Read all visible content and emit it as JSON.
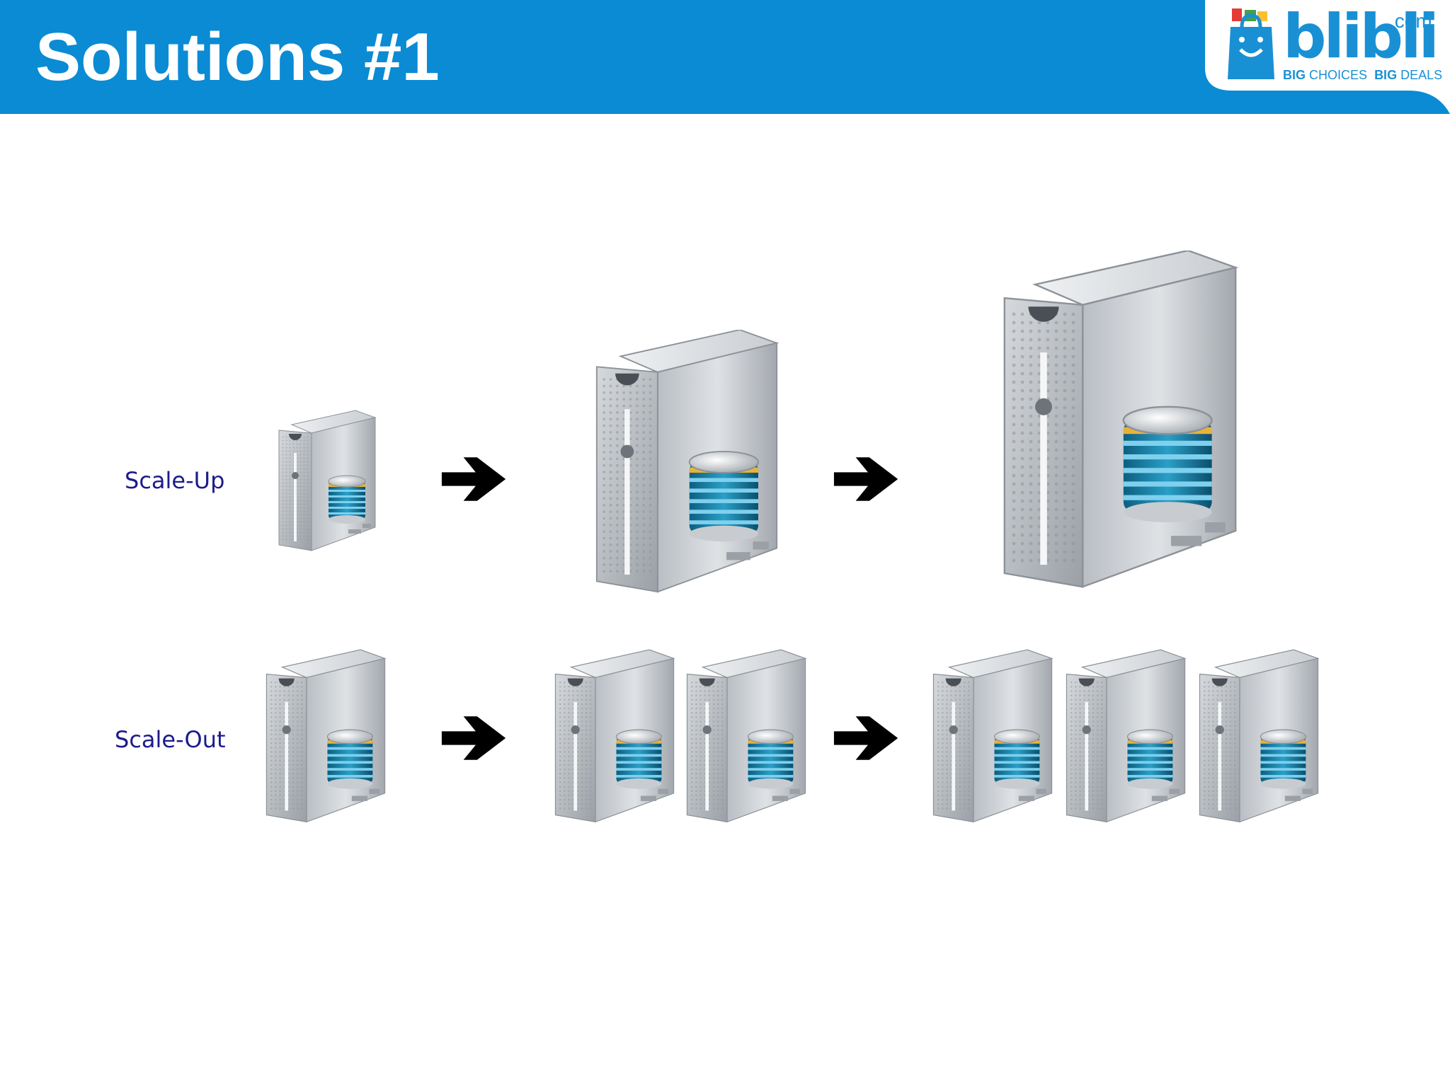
{
  "slide": {
    "title": "Solutions #1"
  },
  "logo": {
    "brand": "blibli",
    "tld": ".com",
    "tagline_1": "BIG",
    "tagline_2": "CHOICES",
    "tagline_3": "BIG",
    "tagline_4": "DEALS"
  },
  "colors": {
    "header_blue": "#0a8bd4",
    "logo_blue": "#1a90d4",
    "label_navy": "#1c1c8a",
    "arrow_black": "#000000"
  },
  "rows": [
    {
      "label": "Scale-Up"
    },
    {
      "label": "Scale-Out"
    }
  ],
  "icons": {
    "server": "database-server-icon",
    "arrow": "right-arrow-icon"
  }
}
